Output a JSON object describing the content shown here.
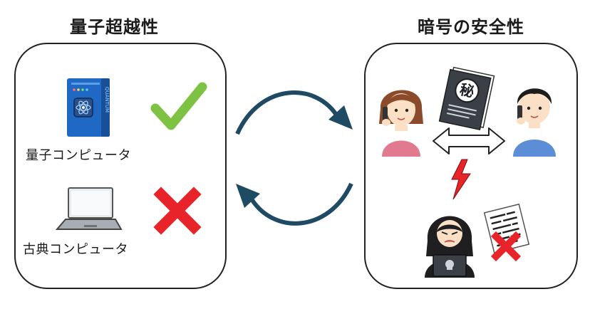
{
  "left": {
    "title": "量子超越性",
    "quantum_label": "量子コンピュータ",
    "quantum_device_text": "QUANTUM",
    "quantum_mark": "check-mark",
    "classical_label": "古典コンピュータ",
    "classical_mark": "cross-mark"
  },
  "right": {
    "title": "暗号の安全性",
    "secret_doc_char": "秘",
    "eavesdropper_result": "cross-mark"
  },
  "colors": {
    "check": "#7dc242",
    "cross": "#e8242a",
    "cycle_arrow": "#1f4a63",
    "quantum_device": "#1f69c5",
    "lightning": "#e8242a"
  }
}
